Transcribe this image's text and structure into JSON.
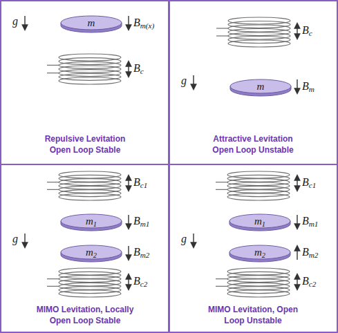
{
  "diagram": {
    "nodes": [
      {
        "text": [
          "Repulsive Levitation Open Loop Stable"
        ]
      },
      {
        "text": [
          "m"
        ],
        "in": 0
      },
      {
        "text": [
          "Attractive Levitation Open Loop Unstable"
        ]
      },
      {
        "text": [
          "m"
        ],
        "in": 2
      },
      {
        "text": [
          "MIMO Levitation, Locally Open Loop Stable"
        ]
      },
      {
        "text": [
          "m1"
        ],
        "in": 4
      },
      {
        "text": [
          "m2"
        ],
        "in": 4
      },
      {
        "text": [
          "MIMO Levitation, Open Loop Unstable"
        ]
      },
      {
        "text": [
          "m1"
        ],
        "in": 7
      },
      {
        "text": [
          "m2"
        ],
        "in": 7
      }
    ],
    "labels": [
      "g",
      "Bm(x)",
      "Bc",
      "Bc",
      "g",
      "Bm",
      "Bc1",
      "Bm1",
      "g",
      "Bm2",
      "Bc2",
      "Bc1",
      "Bm1",
      "g",
      "Bm2",
      "Bc2"
    ]
  }
}
